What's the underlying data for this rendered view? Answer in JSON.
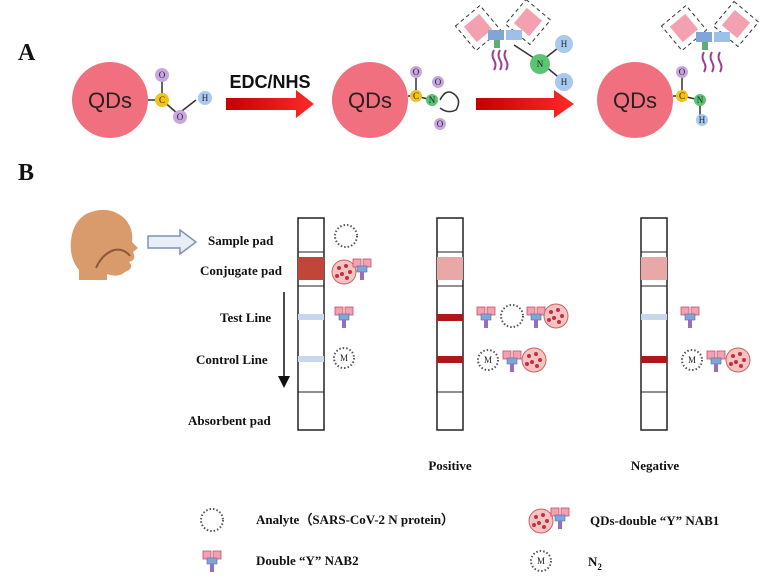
{
  "panels": {
    "a": "A",
    "b": "B"
  },
  "synthesis": {
    "qd_label": "QDs",
    "reagent": "EDC/NHS",
    "atoms": {
      "c": "C",
      "o": "O",
      "n": "N",
      "h": "H"
    }
  },
  "strip": {
    "sample_pad": "Sample pad",
    "conjugate_pad": "Conjugate pad",
    "test_line": "Test Line",
    "control_line": "Control Line",
    "absorbent_pad": "Absorbent pad",
    "positive": "Positive",
    "negative": "Negative"
  },
  "legend": {
    "analyte": "Analyte（SARS-CoV-2 N protein）",
    "qd_nab1": "QDs-double “Y” NAB1",
    "nab2": "Double “Y” NAB2",
    "n2_main": "N",
    "n2_sub": "2"
  },
  "colors": {
    "qd": "#f07080",
    "carbon": "#f2c21a",
    "oxygen": "#c9a6e0",
    "hydrogen": "#a9c9ee",
    "nitrogen": "#59c472",
    "arrow": "#e01818",
    "conjugate_dark": "#c0463a",
    "conjugate_light": "#e8a8a8",
    "band_red": "#b01818",
    "band_blue": "#c8d8ec"
  }
}
